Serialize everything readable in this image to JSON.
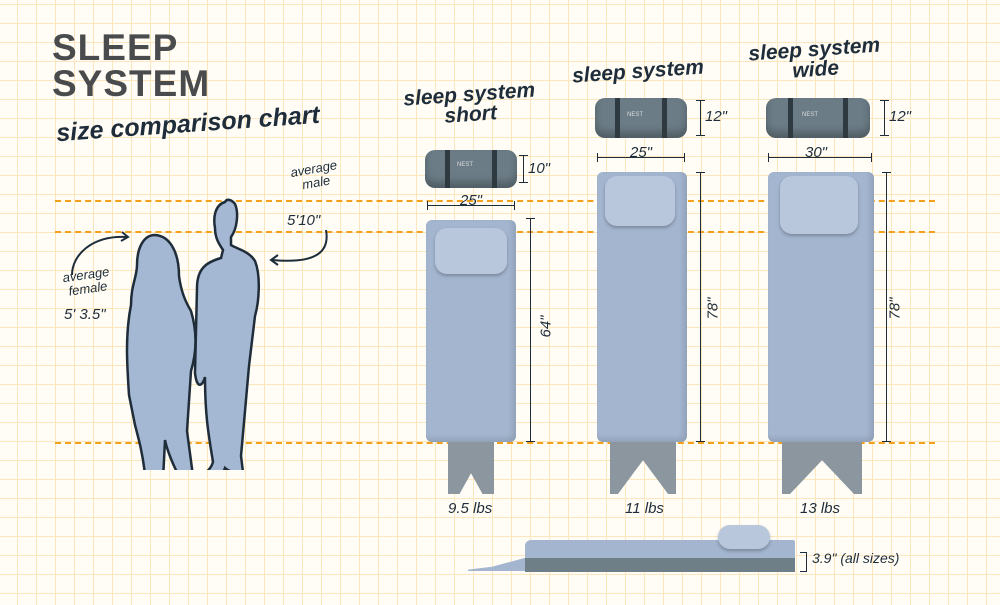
{
  "header": {
    "title_line1": "SLEEP",
    "title_line2": "SYSTEM",
    "subtitle": "size comparison chart"
  },
  "people": {
    "male_label": "average male",
    "male_height": "5'10\"",
    "female_label_line1": "average",
    "female_label_line2": "female",
    "female_height": "5' 3.5\""
  },
  "models": [
    {
      "name_line1": "sleep system",
      "name_line2": "short",
      "bag_height": "10\"",
      "bag_width": "25\"",
      "length": "64\"",
      "weight": "9.5 lbs",
      "bag_logo": "NEST"
    },
    {
      "name_line1": "sleep system",
      "name_line2": "",
      "bag_height": "12\"",
      "bag_width": "25\"",
      "length": "78\"",
      "weight": "11 lbs",
      "bag_logo": "NEST"
    },
    {
      "name_line1": "sleep system",
      "name_line2": "wide",
      "bag_height": "12\"",
      "bag_width": "30\"",
      "length": "78\"",
      "weight": "13 lbs",
      "bag_logo": "NEST"
    }
  ],
  "thickness": "3.9\" (all sizes)",
  "colors": {
    "grid": "#fbe6bd",
    "dash": "#f3a01d",
    "mat": "#a3b5cf",
    "title": "#4a4b4d",
    "ink": "#1f2d3a"
  }
}
